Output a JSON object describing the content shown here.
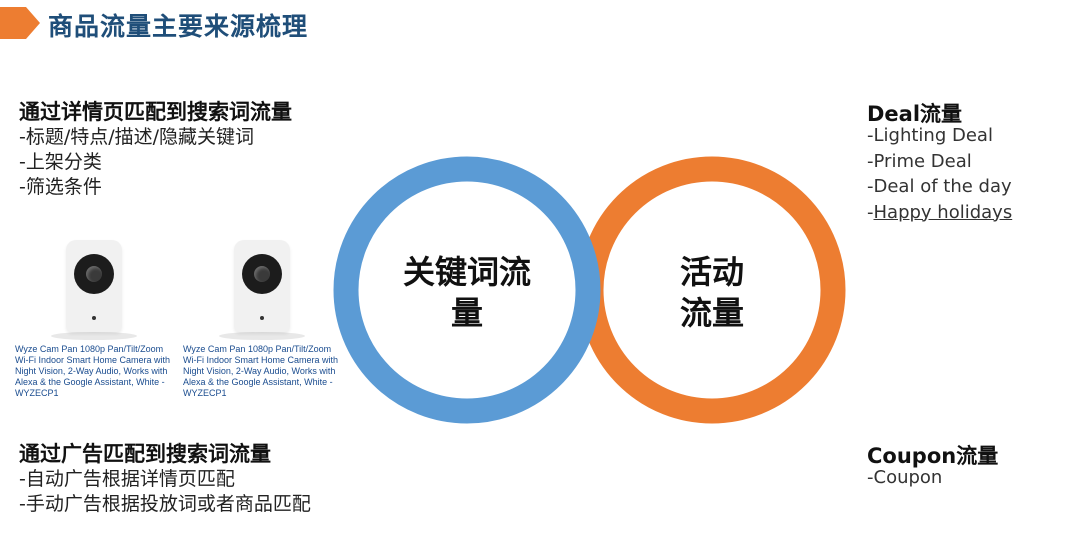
{
  "header": {
    "title": "商品流量主要来源梳理",
    "arrow_color": "#ed7d31",
    "title_color": "#1f4e79"
  },
  "search_detail": {
    "title": "通过详情页匹配到搜索词流量",
    "items": [
      "-标题/特点/描述/隐藏关键词",
      "-上架分类",
      "-筛选条件"
    ]
  },
  "products": [
    {
      "icon": "security-camera-icon",
      "description": "Wyze Cam Pan 1080p Pan/Tilt/Zoom Wi-Fi Indoor Smart Home Camera with Night Vision, 2-Way Audio, Works with Alexa & the Google Assistant, White - WYZECP1"
    },
    {
      "icon": "security-camera-icon",
      "description": "Wyze Cam Pan 1080p Pan/Tilt/Zoom Wi-Fi Indoor Smart Home Camera with Night Vision, 2-Way Audio, Works with Alexa & the Google Assistant, White - WYZECP1"
    }
  ],
  "search_ads": {
    "title": "通过广告匹配到搜索词流量",
    "items": [
      "-自动广告根据详情页匹配",
      "-手动广告根据投放词或者商品匹配"
    ]
  },
  "rings": {
    "keyword": {
      "label_line1": "关键词流",
      "label_line2": "量",
      "color": "#5b9bd5"
    },
    "activity": {
      "label_line1": "活动",
      "label_line2": "流量",
      "color": "#ed7d31"
    }
  },
  "deal": {
    "title": "Deal流量",
    "items": [
      {
        "prefix": "-",
        "text": "Lighting Deal"
      },
      {
        "prefix": "-",
        "text": "Prime Deal"
      },
      {
        "prefix": "-",
        "text": "Deal of the day"
      },
      {
        "prefix": "-",
        "text": "Happy holidays"
      }
    ]
  },
  "coupon": {
    "title": "Coupon流量",
    "items": [
      "-Coupon"
    ]
  },
  "colors": {
    "triangle": "#5b9bd5",
    "link": "#1a4c8f"
  }
}
